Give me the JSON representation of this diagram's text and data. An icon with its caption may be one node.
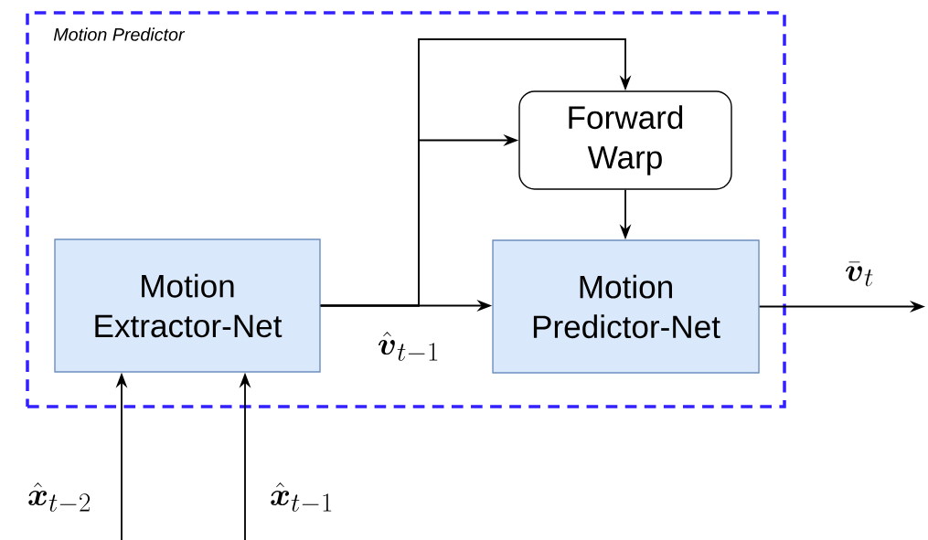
{
  "diagram": {
    "nodes": [
      {
        "text": [
          "Motion Predictor"
        ]
      },
      {
        "text": [
          "Motion Extractor-Net"
        ],
        "in": 0
      },
      {
        "text": [
          "Forward Warp"
        ],
        "in": 0
      },
      {
        "text": [
          "Motion Predictor-Net"
        ],
        "in": 0
      }
    ],
    "edges": [
      {
        "from": null,
        "to": 1,
        "arrow": "to",
        "label": "\\hat{\\boldsymbol{x}}_{t-2}"
      },
      {
        "from": null,
        "to": 1,
        "arrow": "to",
        "label": "\\hat{\\boldsymbol{x}}_{t-1}"
      },
      {
        "from": 1,
        "to": 3,
        "arrow": "to",
        "label": "\\hat{\\boldsymbol{v}}_{t-1}"
      },
      {
        "from": 1,
        "to": 2,
        "arrow": "to"
      },
      {
        "from": 1,
        "to": 2,
        "arrow": "to"
      },
      {
        "from": 2,
        "to": 3,
        "arrow": "to"
      },
      {
        "from": 3,
        "to": null,
        "arrow": "to",
        "label": "\\bar{\\boldsymbol{v}}_{t}"
      }
    ]
  }
}
